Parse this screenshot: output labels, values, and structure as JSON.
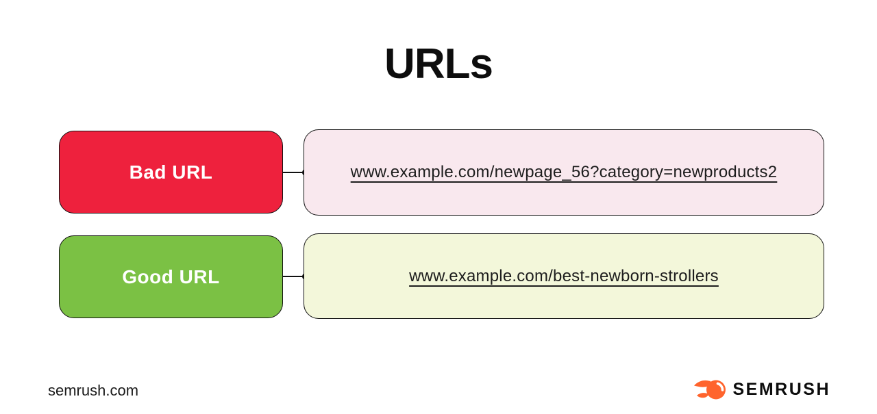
{
  "title": "URLs",
  "rows": [
    {
      "type": "bad",
      "label": "Bad URL",
      "url": "www.example.com/newpage_56?category=newproducts2"
    },
    {
      "type": "good",
      "label": "Good URL",
      "url": "www.example.com/best-newborn-strollers"
    }
  ],
  "footer": {
    "site": "semrush.com",
    "brand": "SEMRUSH"
  },
  "colors": {
    "bad_label_bg": "#EE213D",
    "bad_url_bg": "#F9E8EE",
    "good_label_bg": "#7BC144",
    "good_url_bg": "#F3F7DA",
    "border_black": "#111111",
    "brand_orange": "#FF642D"
  }
}
